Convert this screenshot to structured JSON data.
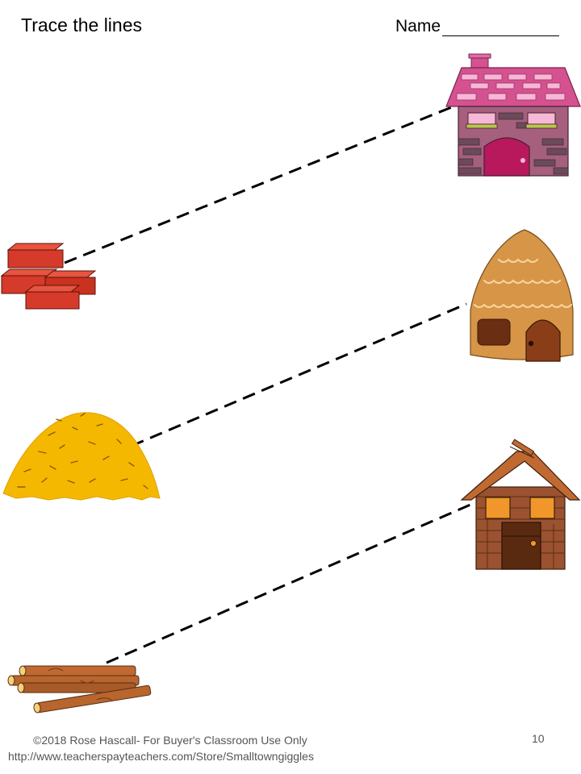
{
  "header": {
    "title": "Trace the lines",
    "name_label": "Name"
  },
  "footer": {
    "copyright": "©2018 Rose Hascall- For Buyer's Classroom Use Only",
    "url": "http://www.teacherspayteachers.com/Store/Smalltowngiggles",
    "page_number": "10"
  },
  "colors": {
    "brick_red": "#d63a2a",
    "brick_house_roof": "#d4528f",
    "brick_house_wall": "#a5607d",
    "brick_house_door": "#b8185c",
    "straw": "#f5b800",
    "straw_house": "#d69547",
    "stick_house": "#9a5230",
    "sticks": "#b8652e",
    "window": "#f0962a"
  },
  "icons": [
    "bricks-icon",
    "straw-pile-icon",
    "sticks-icon",
    "brick-house-icon",
    "straw-house-icon",
    "stick-house-icon"
  ]
}
